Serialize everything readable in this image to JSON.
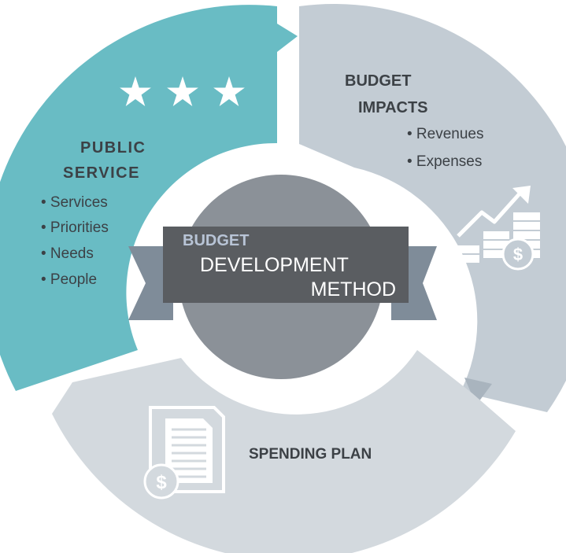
{
  "public_service": {
    "title_line1": "PUBLIC",
    "title_line2": "SERVICE",
    "items": [
      "• Services",
      "• Priorities",
      "• Needs",
      "• People"
    ]
  },
  "budget_impacts": {
    "title_line1": "BUDGET",
    "title_line2": "IMPACTS",
    "items": [
      "• Revenues",
      "• Expenses"
    ]
  },
  "spending_plan": {
    "title": "SPENDING PLAN"
  },
  "center": {
    "line1": "BUDGET",
    "line2": "DEVELOPMENT",
    "line3": "METHOD"
  },
  "icons": {
    "stars": "three-stars-icon",
    "growth": "growth-chart-dollar-icon",
    "document": "document-dollar-icon"
  },
  "colors": {
    "public_service": "#69bcc4",
    "budget_impacts": "#c3ccd4",
    "spending_plan": "#d3d9de",
    "center_circle": "#8b9198",
    "banner": "#5a5d61",
    "ribbon": "#7f8c99"
  }
}
